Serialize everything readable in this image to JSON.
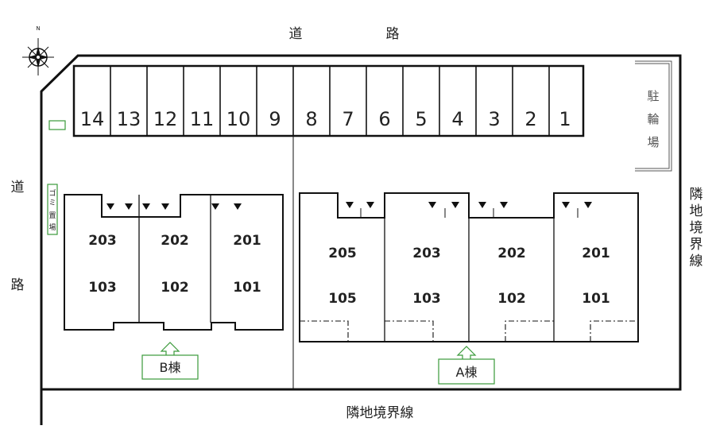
{
  "roads": {
    "top_chars": [
      "道",
      "路"
    ],
    "left_chars": [
      "道",
      "路"
    ]
  },
  "boundary": {
    "right_chars": [
      "隣",
      "地",
      "境",
      "界",
      "線"
    ],
    "bottom_text": "隣地境界線"
  },
  "compass": {
    "north_label": "N"
  },
  "parking": {
    "spaces": [
      "14",
      "13",
      "12",
      "11",
      "10",
      "9",
      "8",
      "7",
      "6",
      "5",
      "4",
      "3",
      "2",
      "1"
    ]
  },
  "bicycle_parking": {
    "chars": [
      "駐",
      "輪",
      "場"
    ]
  },
  "garbage_area": {
    "chars": [
      "ゴ",
      "ミ",
      "置",
      "場"
    ]
  },
  "building_b": {
    "label": "B棟",
    "units": [
      {
        "upper": "203",
        "lower": "103"
      },
      {
        "upper": "202",
        "lower": "102"
      },
      {
        "upper": "201",
        "lower": "101"
      }
    ]
  },
  "building_a": {
    "label": "A棟",
    "units": [
      {
        "upper": "205",
        "lower": "105"
      },
      {
        "upper": "203",
        "lower": "103"
      },
      {
        "upper": "202",
        "lower": "102"
      },
      {
        "upper": "201",
        "lower": "101"
      }
    ]
  },
  "colors": {
    "line": "#111111",
    "accent_green": "#3a9a3a"
  }
}
